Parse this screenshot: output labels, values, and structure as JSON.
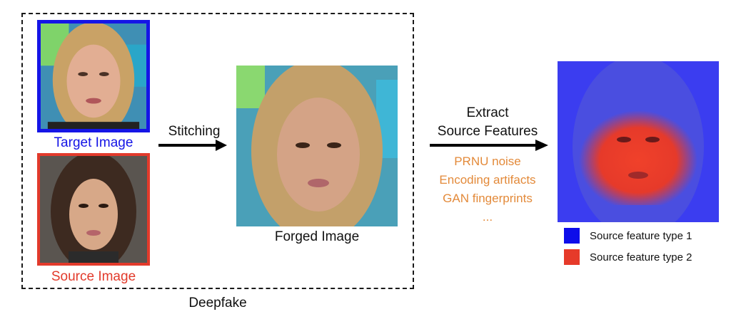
{
  "deepfake_label": "Deepfake",
  "target": {
    "caption": "Target Image",
    "color": "#1515e6"
  },
  "source": {
    "caption": "Source Image",
    "color": "#e23a2b"
  },
  "stitching_label": "Stitching",
  "forged": {
    "caption": "Forged Image"
  },
  "extract": {
    "line1": "Extract",
    "line2": "Source Features"
  },
  "features": {
    "color": "#e38a3a",
    "items": [
      "PRNU noise",
      "Encoding artifacts",
      "GAN fingerprints",
      "..."
    ]
  },
  "legend": [
    {
      "label": "Source feature type 1",
      "color": "#0d0dea"
    },
    {
      "label": "Source feature type 2",
      "color": "#e63a2a"
    }
  ]
}
